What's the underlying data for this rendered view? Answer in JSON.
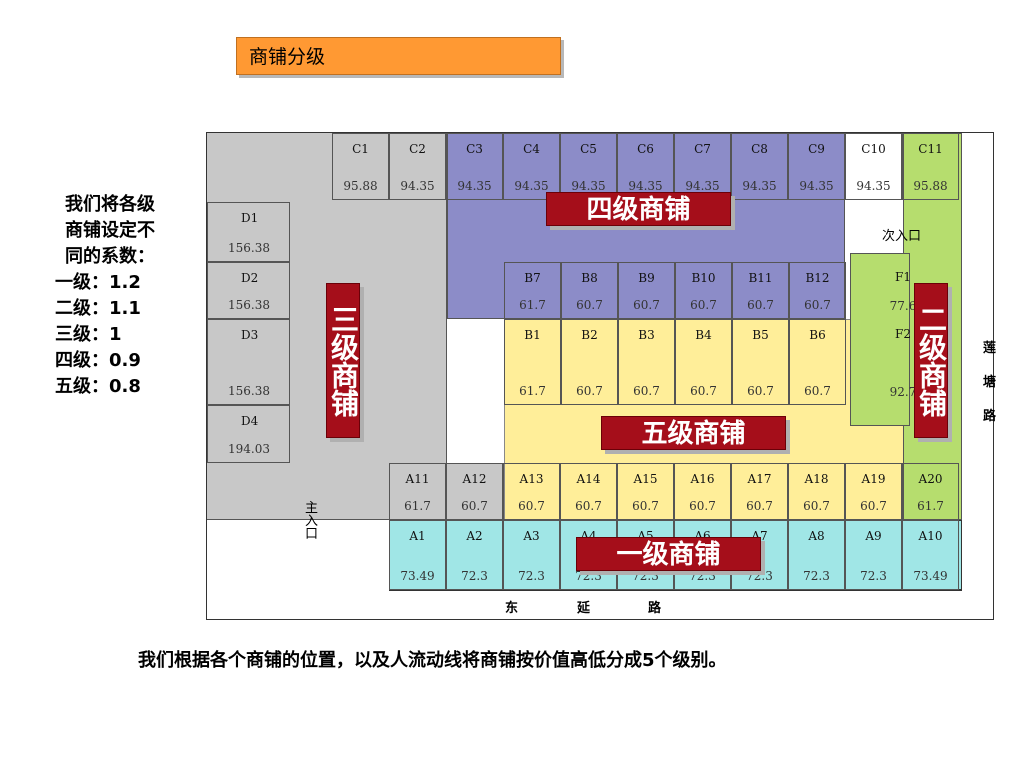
{
  "title": "商铺分级",
  "coefficients": [
    "我们将各级",
    "商铺设定不",
    "同的系数：",
    "一级：1.2",
    "二级：1.1",
    "三级：1",
    "四级：0.9",
    "五级：0.8"
  ],
  "levels": {
    "one": "一级商铺",
    "two": "二级商铺",
    "three": "三级商铺",
    "four": "四级商铺",
    "five": "五级商铺"
  },
  "labels": {
    "secondary_entrance": "次入口",
    "main_entrance": "主入口",
    "road_east": [
      "东",
      "延",
      "路"
    ],
    "road_right": [
      "莲",
      "塘",
      "路"
    ]
  },
  "shops": {
    "C": [
      {
        "id": "C1",
        "area": "95.88"
      },
      {
        "id": "C2",
        "area": "94.35"
      },
      {
        "id": "C3",
        "area": "94.35"
      },
      {
        "id": "C4",
        "area": "94.35"
      },
      {
        "id": "C5",
        "area": "94.35"
      },
      {
        "id": "C6",
        "area": "94.35"
      },
      {
        "id": "C7",
        "area": "94.35"
      },
      {
        "id": "C8",
        "area": "94.35"
      },
      {
        "id": "C9",
        "area": "94.35"
      },
      {
        "id": "C10",
        "area": "94.35"
      },
      {
        "id": "C11",
        "area": "95.88"
      }
    ],
    "D": [
      {
        "id": "D1",
        "area": "156.38"
      },
      {
        "id": "D2",
        "area": "156.38"
      },
      {
        "id": "D3",
        "area": "156.38"
      },
      {
        "id": "D4",
        "area": "194.03"
      }
    ],
    "B_top": [
      {
        "id": "B7",
        "area": "61.7"
      },
      {
        "id": "B8",
        "area": "60.7"
      },
      {
        "id": "B9",
        "area": "60.7"
      },
      {
        "id": "B10",
        "area": "60.7"
      },
      {
        "id": "B11",
        "area": "60.7"
      },
      {
        "id": "B12",
        "area": "60.7"
      }
    ],
    "B_bottom": [
      {
        "id": "B1",
        "area": "61.7"
      },
      {
        "id": "B2",
        "area": "60.7"
      },
      {
        "id": "B3",
        "area": "60.7"
      },
      {
        "id": "B4",
        "area": "60.7"
      },
      {
        "id": "B5",
        "area": "60.7"
      },
      {
        "id": "B6",
        "area": "60.7"
      }
    ],
    "F": [
      {
        "id": "F1",
        "area": "77.6"
      },
      {
        "id": "F2",
        "area": "92.7"
      }
    ],
    "A_top": [
      {
        "id": "A11",
        "area": "61.7"
      },
      {
        "id": "A12",
        "area": "60.7"
      },
      {
        "id": "A13",
        "area": "60.7"
      },
      {
        "id": "A14",
        "area": "60.7"
      },
      {
        "id": "A15",
        "area": "60.7"
      },
      {
        "id": "A16",
        "area": "60.7"
      },
      {
        "id": "A17",
        "area": "60.7"
      },
      {
        "id": "A18",
        "area": "60.7"
      },
      {
        "id": "A19",
        "area": "60.7"
      },
      {
        "id": "A20",
        "area": "61.7"
      }
    ],
    "A_bottom": [
      {
        "id": "A1",
        "area": "73.49"
      },
      {
        "id": "A2",
        "area": "72.3"
      },
      {
        "id": "A3",
        "area": "72.3"
      },
      {
        "id": "A4",
        "area": "72.3"
      },
      {
        "id": "A5",
        "area": "72.3"
      },
      {
        "id": "A6",
        "area": "72.3"
      },
      {
        "id": "A7",
        "area": "72.3"
      },
      {
        "id": "A8",
        "area": "72.3"
      },
      {
        "id": "A9",
        "area": "72.3"
      },
      {
        "id": "A10",
        "area": "73.49"
      }
    ]
  },
  "colors": {
    "level3": "#c8c8c8",
    "level4": "#8c8cc8",
    "level5": "#ffee99",
    "level2": "#b6dd6e",
    "level1": "#a0e6e6",
    "badge": "#a50e1a",
    "title_bg": "#ff9933"
  },
  "note": "我们根据各个商铺的位置，以及人流动线将商铺按价值高低分成5个级别。"
}
